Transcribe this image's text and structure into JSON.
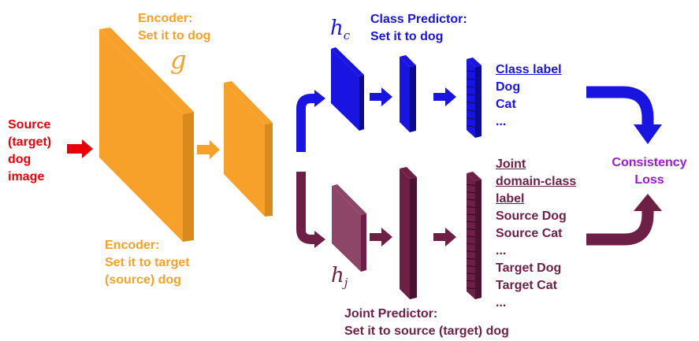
{
  "colors": {
    "source": "#e8000a",
    "encoder": "#f7a12b",
    "encoder_dark": "#d98a1a",
    "class": "#1a14e0",
    "class_dark": "#0c0a90",
    "joint": "#6e1f46",
    "joint_light": "#8e4668",
    "loss": "#9a1ad6"
  },
  "source_text": [
    "Source",
    "(target)",
    "dog",
    "image"
  ],
  "encoder_top": [
    "Encoder:",
    "Set it to dog"
  ],
  "encoder_symbol": "g",
  "encoder_bottom": [
    "Encoder:",
    "Set it to target",
    "(source) dog"
  ],
  "class_symbol": "h",
  "class_symbol_sub": "c",
  "class_predictor": [
    "Class Predictor:",
    "Set it to dog"
  ],
  "class_label_title": "Class label",
  "class_label_items": [
    "Dog",
    "Cat",
    "..."
  ],
  "joint_symbol": "h",
  "joint_symbol_sub": "j",
  "joint_label_title": [
    "Joint",
    "domain-class",
    "label"
  ],
  "joint_label_items": [
    "Source Dog",
    "Source Cat",
    "...",
    "Target Dog",
    "Target Cat",
    "..."
  ],
  "joint_predictor": [
    "Joint Predictor:",
    "Set it to source (target) dog"
  ],
  "consistency": [
    "Consistency",
    "Loss"
  ]
}
